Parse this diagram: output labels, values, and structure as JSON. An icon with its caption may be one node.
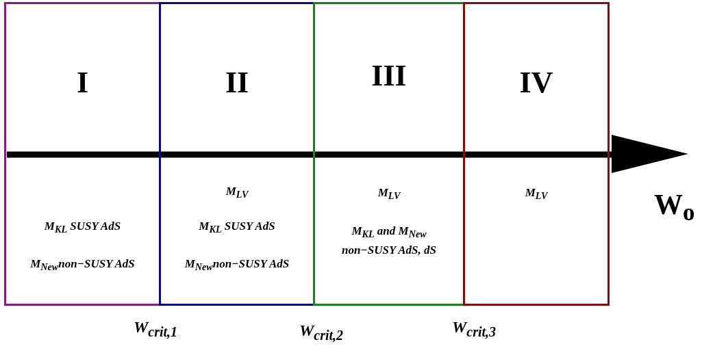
{
  "diagram": {
    "nodes": [
      {
        "text": [
          "I",
          "M$_{KL}$ SUSY  AdS",
          "M$_{New}$non−SUSY AdS"
        ]
      },
      {
        "text": [
          "II",
          "M$_{LV}$",
          "M$_{KL}$ SUSY  AdS",
          "M$_{New}$non−SUSY AdS"
        ]
      },
      {
        "text": [
          "III",
          "M$_{LV}$",
          "M$_{KL}$ and  M$_{New}$ non−SUSY AdS, dS"
        ]
      },
      {
        "text": [
          "IV",
          "M$_{LV}$"
        ]
      }
    ],
    "edges": [],
    "labels": [
      "W$_{crit,1}$",
      "W$_{crit,2}$",
      "W$_{crit,3}$",
      "W$_{o}$"
    ]
  }
}
